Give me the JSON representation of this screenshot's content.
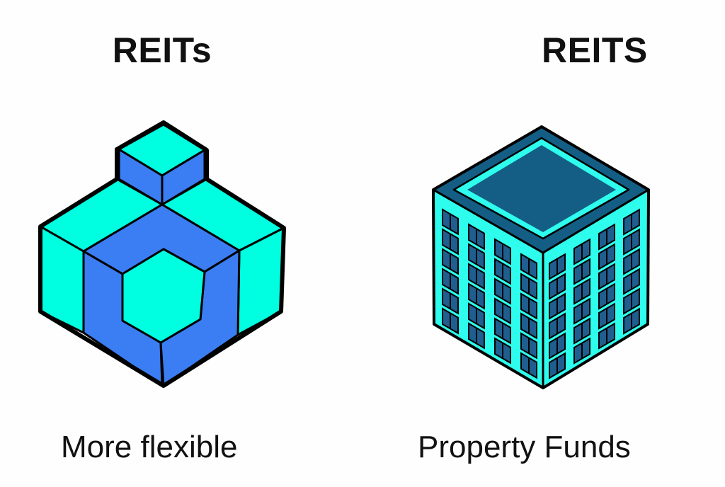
{
  "left_panel": {
    "title": "REITs",
    "caption": "More flexible",
    "icon": "modular-cubes-icon",
    "colors": {
      "light_face": "#00FFE0",
      "dark_face": "#3B7DF2",
      "outline": "#000000"
    }
  },
  "right_panel": {
    "title": "REITS",
    "caption": "Property Funds",
    "icon": "office-building-icon",
    "colors": {
      "wall": "#2EFDEE",
      "roof": "#145E85",
      "window": "#1F5E8E",
      "outline": "#000000"
    },
    "windows": {
      "left_face_columns": 4,
      "right_face_columns": 4,
      "rows": 6
    }
  }
}
